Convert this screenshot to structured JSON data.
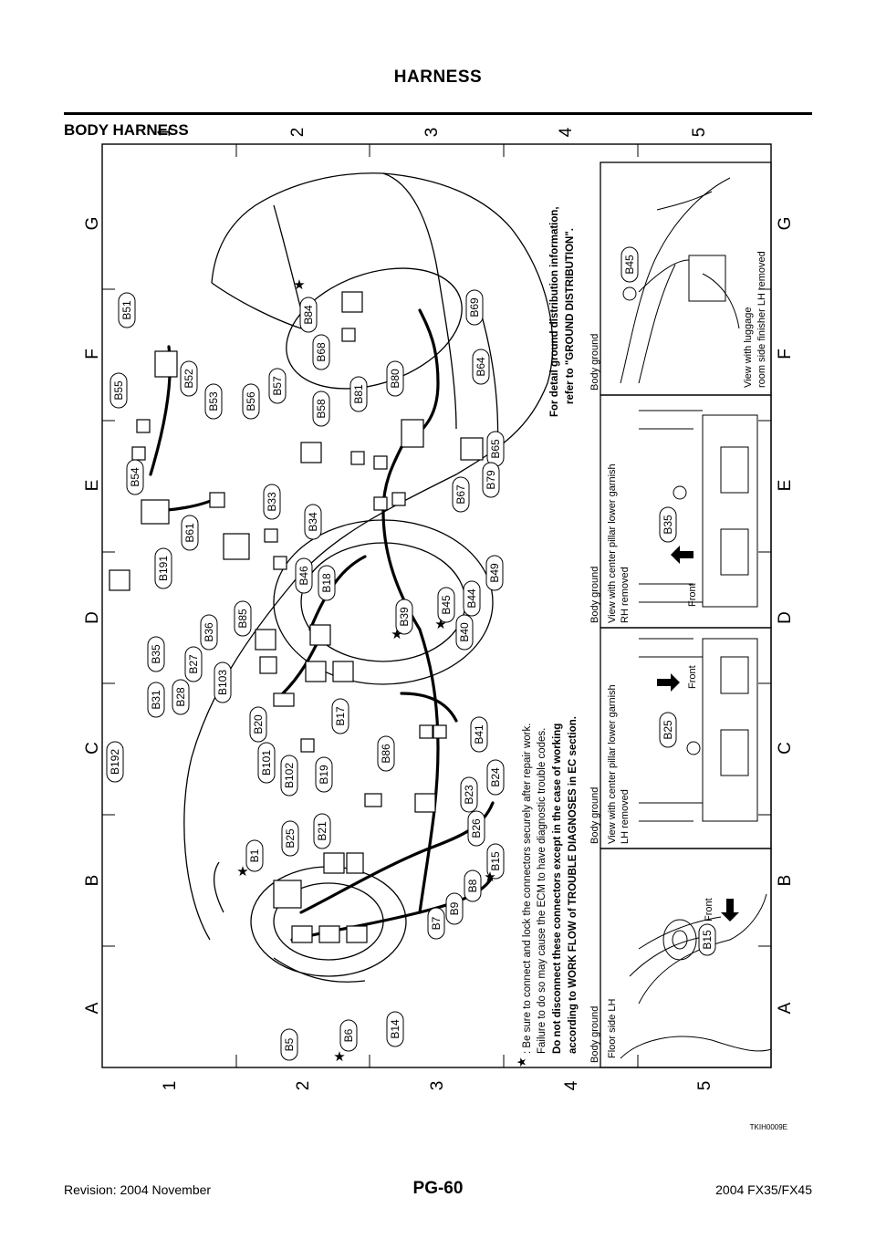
{
  "header": {
    "title": "HARNESS",
    "section": "BODY HARNESS"
  },
  "grid": {
    "rows": [
      "1",
      "2",
      "3",
      "4",
      "5"
    ],
    "columns": [
      "A",
      "B",
      "C",
      "D",
      "E",
      "F",
      "G"
    ]
  },
  "connectors": {
    "B1": "B1",
    "B5": "B5",
    "B6": "B6",
    "B7": "B7",
    "B8": "B8",
    "B9": "B9",
    "B14": "B14",
    "B15": "B15",
    "B17": "B17",
    "B18": "B18",
    "B19": "B19",
    "B20": "B20",
    "B21": "B21",
    "B23": "B23",
    "B24": "B24",
    "B25": "B25",
    "B26": "B26",
    "B27": "B27",
    "B28": "B28",
    "B31": "B31",
    "B33": "B33",
    "B34": "B34",
    "B35": "B35",
    "B36": "B36",
    "B39": "B39",
    "B40": "B40",
    "B41": "B41",
    "B44": "B44",
    "B45": "B45",
    "B46": "B46",
    "B49": "B49",
    "B51": "B51",
    "B52": "B52",
    "B53": "B53",
    "B54": "B54",
    "B55": "B55",
    "B56": "B56",
    "B57": "B57",
    "B58": "B58",
    "B61": "B61",
    "B64": "B64",
    "B65": "B65",
    "B67": "B67",
    "B68": "B68",
    "B69": "B69",
    "B79": "B79",
    "B80": "B80",
    "B81": "B81",
    "B84": "B84",
    "B85": "B85",
    "B86": "B86",
    "B101": "B101",
    "B102": "B102",
    "B103": "B103",
    "B191": "B191",
    "B192": "B192"
  },
  "notes": {
    "star_line1": ": Be sure to connect and lock the connectors securely after repair work.",
    "star_line2": "Failure to do so may cause the ECM to have diagnostic trouble codes.",
    "star_line3": "Do not disconnect these connectors except in the case of working",
    "star_line4": "according to WORK FLOW of TROUBLE DIAGNOSES in EC section.",
    "ground_line1": "For detail ground distribution information,",
    "ground_line2": "refer to \"GROUND DISTRIBUTION\"."
  },
  "insets": {
    "inset1": {
      "caption": "Body ground",
      "view": "Floor side LH",
      "connector": "B15",
      "front": "Front"
    },
    "inset2": {
      "caption": "Body ground",
      "view1": "View with center pillar lower garnish",
      "view2": "LH removed",
      "connector": "B25",
      "front": "Front"
    },
    "inset3": {
      "caption": "Body ground",
      "view1": "View with center pillar lower garnish",
      "view2": "RH removed",
      "connector": "B35",
      "front": "Front"
    },
    "inset4": {
      "caption": "Body ground",
      "view1": "View with luggage",
      "view2": "room side finisher LH removed",
      "connector": "B45"
    }
  },
  "figure_code": "TKIH0009E",
  "footer": {
    "revision": "Revision: 2004 November",
    "page": "PG-60",
    "model": "2004 FX35/FX45"
  }
}
